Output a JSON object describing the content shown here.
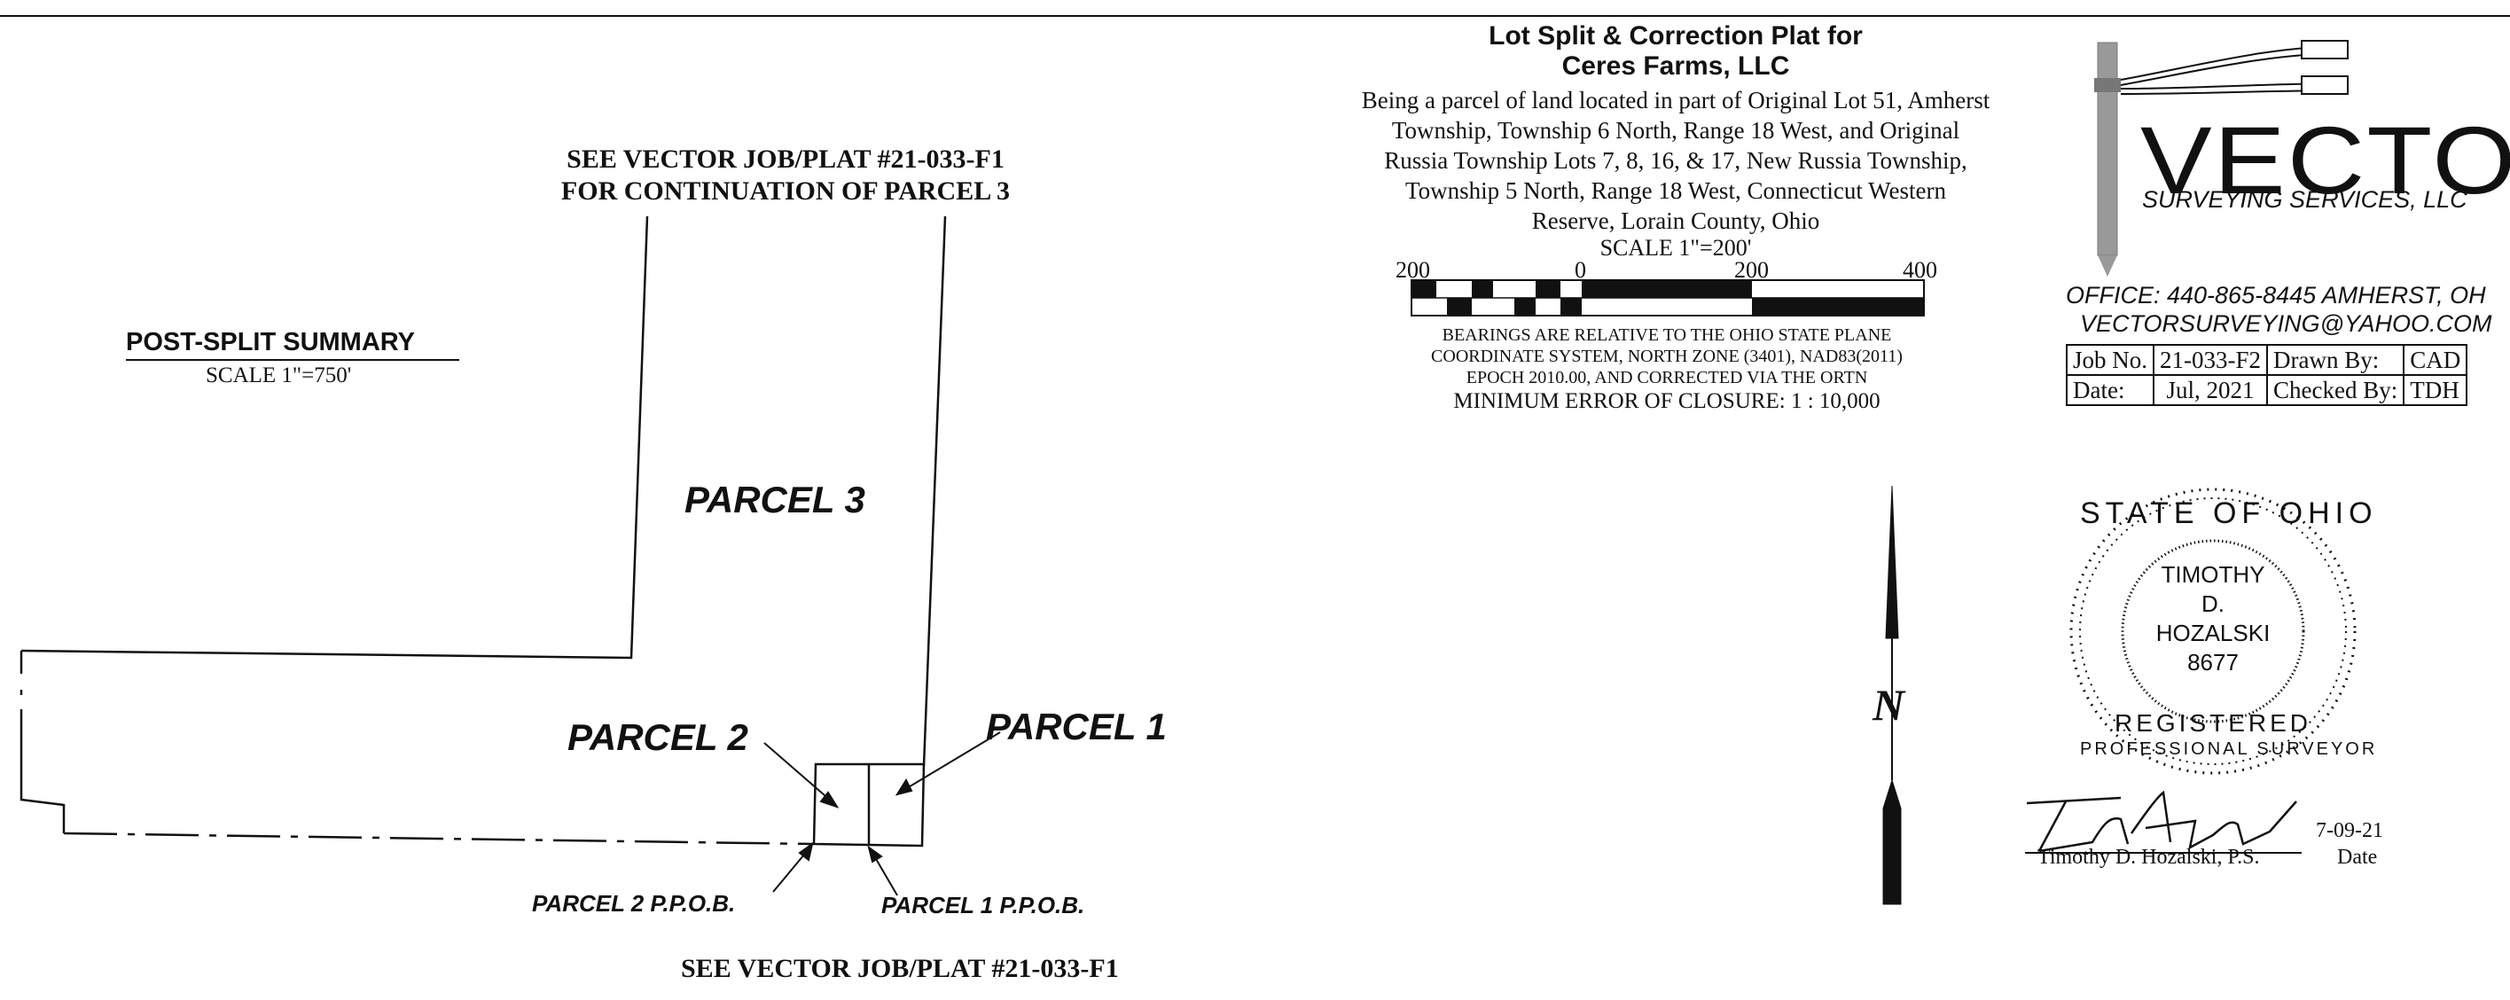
{
  "plat": {
    "continuation_top": [
      "SEE VECTOR JOB/PLAT #21-033-F1",
      "FOR CONTINUATION OF PARCEL 3"
    ],
    "continuation_bottom": "SEE VECTOR JOB/PLAT #21-033-F1",
    "summary_title": "POST-SPLIT SUMMARY",
    "summary_scale": "SCALE 1\"=750'",
    "parcel3": "PARCEL 3",
    "parcel2": "PARCEL 2",
    "parcel1": "PARCEL 1",
    "ppob2": "PARCEL 2 P.P.O.B.",
    "ppob1": "PARCEL 1 P.P.O.B."
  },
  "title_block": {
    "title_line1": "Lot Split & Correction Plat for",
    "title_line2": "Ceres Farms, LLC",
    "description": [
      "Being a parcel of land located in part of Original Lot 51, Amherst",
      "Township, Township 6 North, Range 18 West, and Original",
      "Russia Township Lots 7, 8, 16, & 17, New Russia Township,",
      "Township 5 North, Range 18 West, Connecticut Western",
      "Reserve, Lorain County, Ohio"
    ],
    "scale_label": "SCALE 1\"=200'",
    "scale_ticks": [
      "200",
      "0",
      "200",
      "400"
    ],
    "bearings": [
      "BEARINGS ARE RELATIVE TO THE OHIO STATE PLANE",
      "COORDINATE SYSTEM, NORTH ZONE (3401), NAD83(2011)",
      "EPOCH 2010.00, AND CORRECTED VIA THE ORTN"
    ],
    "closure": "MINIMUM ERROR OF CLOSURE:  1 : 10,000"
  },
  "company": {
    "name": "VECTOR",
    "subtitle": "SURVEYING SERVICES, LLC",
    "office": "OFFICE: 440-865-8445  AMHERST, OH",
    "email": "VECTORSURVEYING@YAHOO.COM"
  },
  "info_table": {
    "job_no_label": "Job No.",
    "job_no": "21-033-F2",
    "drawn_by_label": "Drawn By:",
    "drawn_by": "CAD",
    "date_label": "Date:",
    "date": "Jul, 2021",
    "checked_by_label": "Checked By:",
    "checked_by": "TDH"
  },
  "north_arrow": {
    "label": "N"
  },
  "seal": {
    "ring_text": "STATE OF OHIO",
    "bottom_text": "PROFESSIONAL SURVEYOR",
    "registered": "REGISTERED",
    "name_lines": [
      "TIMOTHY",
      "D.",
      "HOZALSKI",
      "8677"
    ]
  },
  "signature": {
    "date": "7-09-21",
    "name": "Timothy D. Hozalski, P.S.",
    "date_label": "Date"
  }
}
